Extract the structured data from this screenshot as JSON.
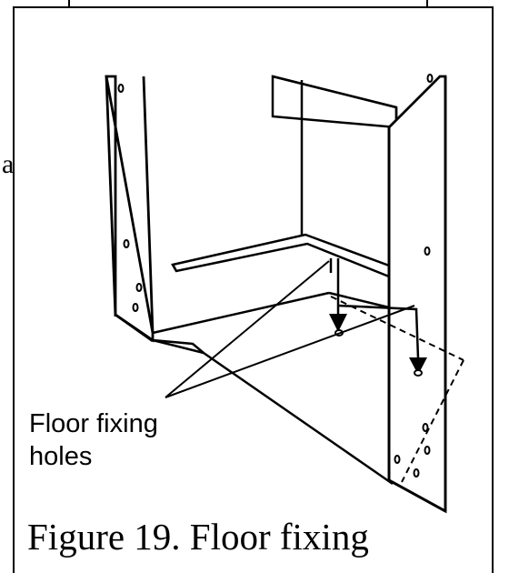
{
  "margin_text": "a",
  "callout": {
    "line1": "Floor fixing",
    "line2": "holes"
  },
  "caption": "Figure 19. Floor fixing",
  "colors": {
    "ink": "#000000",
    "paper": "#ffffff"
  }
}
